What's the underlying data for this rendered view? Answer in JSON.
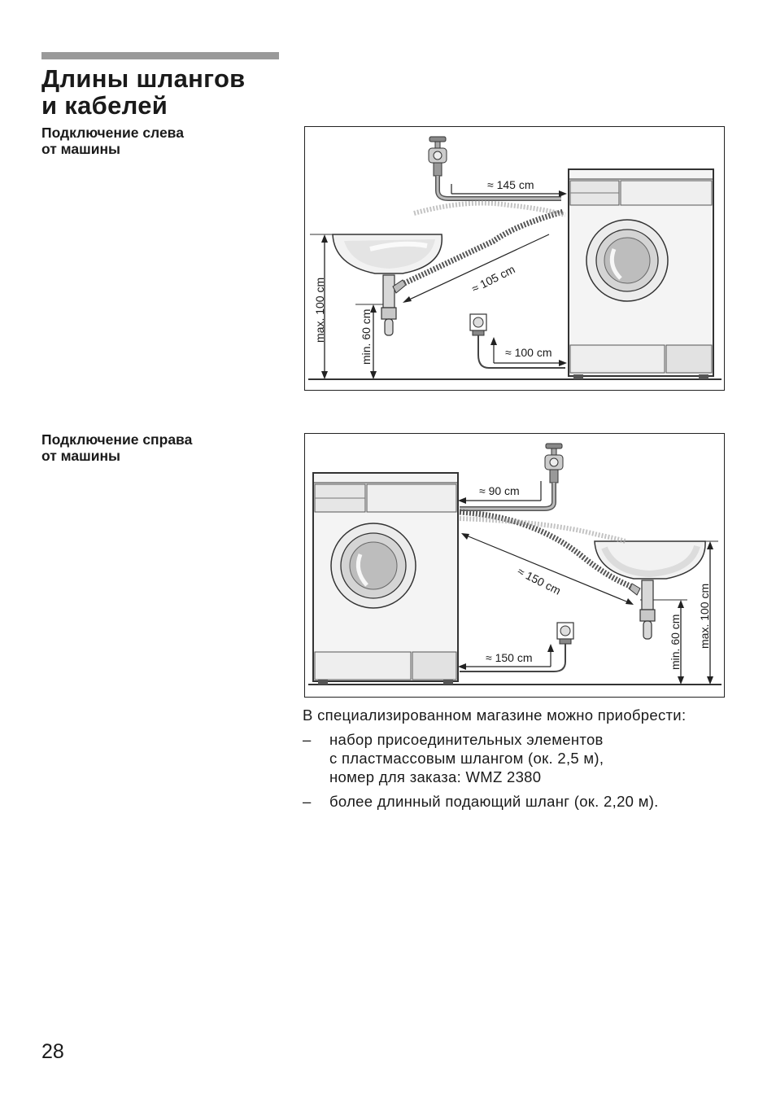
{
  "section_title": [
    "Длины шлангов",
    "и кабелей"
  ],
  "left_connection": {
    "heading": [
      "Подключение слева",
      "от машины"
    ],
    "labels": {
      "supply_hose": "≈ 145 cm",
      "drain_hose": "≈ 105 cm",
      "power_cable": "≈ 100 cm",
      "max_height": "max. 100 cm",
      "min_height": "min. 60 cm"
    }
  },
  "right_connection": {
    "heading": [
      "Подключение справа",
      "от машины"
    ],
    "labels": {
      "supply_hose": "≈ 90 cm",
      "drain_hose": "≈ 150 cm",
      "power_cable": "≈ 150 cm",
      "max_height": "max. 100 cm",
      "min_height": "min. 60 cm"
    }
  },
  "notes": {
    "intro": "В специализированном магазине можно приобрести:",
    "items": [
      {
        "lines": [
          "набор присоединительных элементов",
          "с пластмассовым шлангом (ок. 2,5 м),",
          "номер для заказа: WMZ 2380"
        ]
      },
      {
        "lines": [
          "более длинный подающий шланг (ок. 2,20 м)."
        ]
      }
    ],
    "bullet": "–"
  },
  "page_number": "28"
}
